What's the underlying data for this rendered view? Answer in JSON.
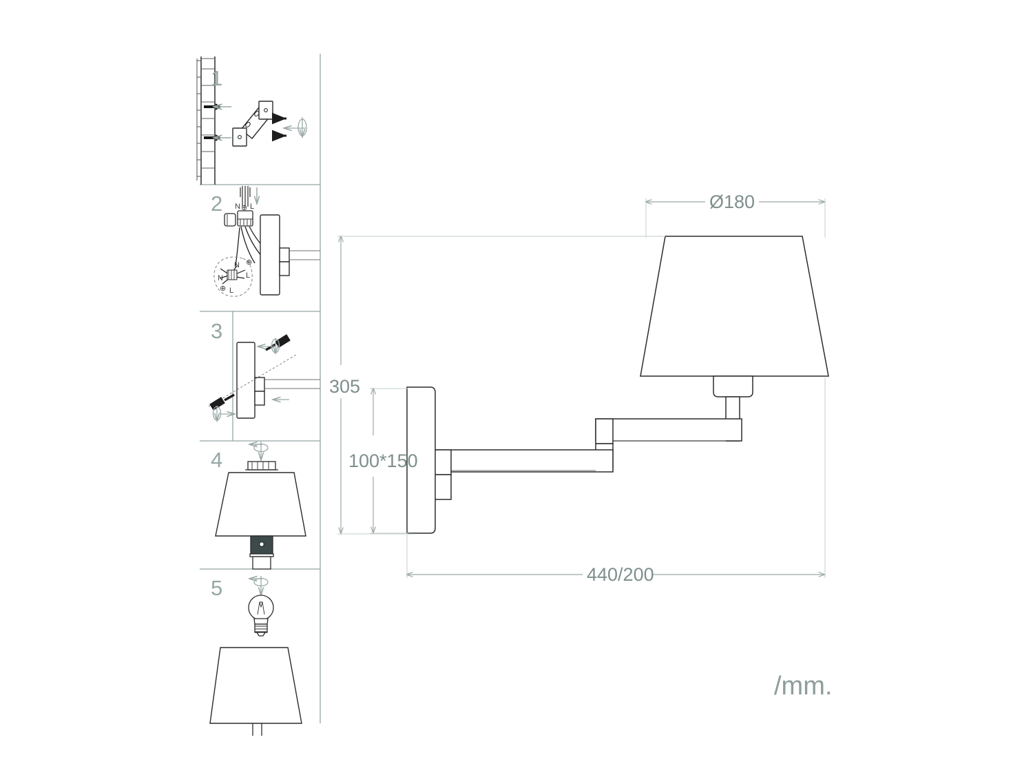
{
  "document": {
    "type": "assembly-instruction-drawing",
    "subject": "swing-arm wall lamp",
    "units_label": "/mm."
  },
  "steps": [
    {
      "number": "1",
      "name": "mount-wall-bracket"
    },
    {
      "number": "2",
      "name": "connect-wiring"
    },
    {
      "number": "3",
      "name": "fix-arm-to-bracket"
    },
    {
      "number": "4",
      "name": "attach-lampshade"
    },
    {
      "number": "5",
      "name": "install-bulb"
    }
  ],
  "wiring_labels": {
    "neutral": "N",
    "live": "L",
    "earth": "⊕"
  },
  "dimensions": {
    "shade_diameter": "Ø180",
    "height": "305",
    "wall_plate": "100*150",
    "reach": "440/200"
  },
  "colors": {
    "outline": "#2b2b2b",
    "thin_line": "#6f6f6f",
    "dimension": "#9aa9a8",
    "dimension_text": "#7e8f8d",
    "step_number": "#96a7a5",
    "panel_border": "#93a5a3",
    "dark_fill": "#3c4a4a",
    "background": "#ffffff"
  }
}
